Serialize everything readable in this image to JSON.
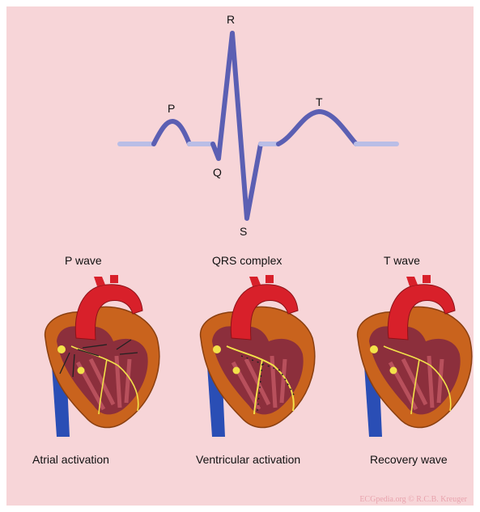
{
  "waveform": {
    "letters": {
      "p": "P",
      "q": "Q",
      "r": "R",
      "s": "S",
      "t": "T"
    },
    "colors": {
      "active": "#5b5fb3",
      "baseline": "#b9bde6"
    }
  },
  "panels": [
    {
      "title": "P wave",
      "caption": "Atrial activation"
    },
    {
      "title": "QRS complex",
      "caption": "Ventricular activation"
    },
    {
      "title": "T wave",
      "caption": "Recovery wave"
    }
  ],
  "credit": "ECGpedia.org © R.C.B. Kreuger",
  "colors": {
    "background": "#f7d5d8",
    "aorta": "#d8202a",
    "muscle": "#c9631d",
    "vein": "#2a4eb5",
    "node": "#f2e24a"
  }
}
